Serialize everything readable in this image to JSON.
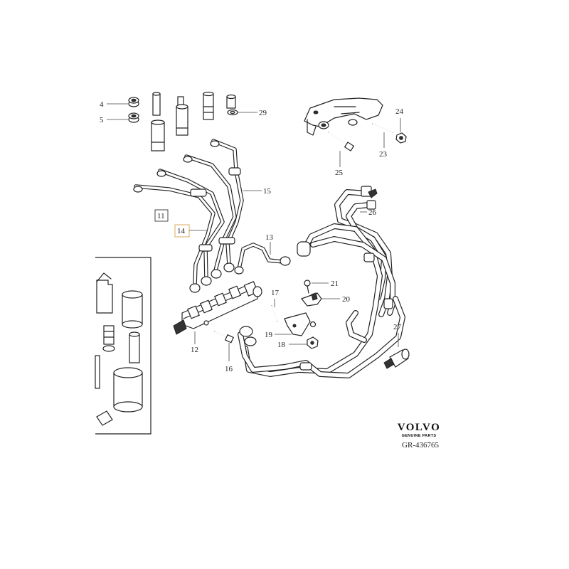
{
  "diagram": {
    "callouts": {
      "c4": "4",
      "c5": "5",
      "c29": "29",
      "c24": "24",
      "c23": "23",
      "c25": "25",
      "c15": "15",
      "c11": "11",
      "c14": "14",
      "c13": "13",
      "c26": "26",
      "c21": "21",
      "c20": "20",
      "c17": "17",
      "c19": "19",
      "c18": "18",
      "c12": "12",
      "c16": "16",
      "c27": "27"
    }
  },
  "brand": {
    "name": "VOLVO",
    "sub": "GENUINE PARTS"
  },
  "reference": "GR-436765"
}
